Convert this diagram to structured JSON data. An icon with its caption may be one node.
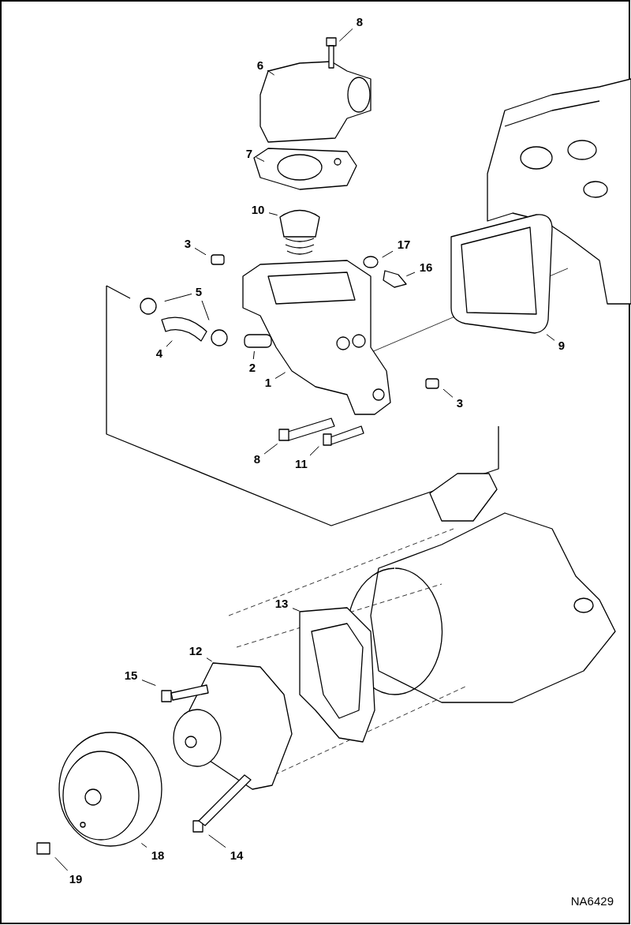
{
  "diagram": {
    "nodes": [
      {
        "text": [
          "8"
        ]
      },
      {
        "text": [
          "6"
        ]
      },
      {
        "text": [
          "7"
        ]
      },
      {
        "text": [
          "10"
        ]
      },
      {
        "text": [
          "3"
        ]
      },
      {
        "text": [
          "17"
        ]
      },
      {
        "text": [
          "16"
        ]
      },
      {
        "text": [
          "5"
        ]
      },
      {
        "text": [
          "4"
        ]
      },
      {
        "text": [
          "2"
        ]
      },
      {
        "text": [
          "1"
        ]
      },
      {
        "text": [
          "9"
        ]
      },
      {
        "text": [
          "3"
        ]
      },
      {
        "text": [
          "8"
        ]
      },
      {
        "text": [
          "11"
        ]
      },
      {
        "text": [
          "13"
        ]
      },
      {
        "text": [
          "12"
        ]
      },
      {
        "text": [
          "15"
        ]
      },
      {
        "text": [
          "14"
        ]
      },
      {
        "text": [
          "18"
        ]
      },
      {
        "text": [
          "19"
        ]
      }
    ],
    "edges": [
      {
        "from": 0,
        "to": null,
        "arrow": "none"
      },
      {
        "from": 1,
        "to": null,
        "arrow": "none"
      },
      {
        "from": 2,
        "to": null,
        "arrow": "none"
      },
      {
        "from": 3,
        "to": null,
        "arrow": "none"
      },
      {
        "from": 4,
        "to": null,
        "arrow": "none"
      },
      {
        "from": 5,
        "to": null,
        "arrow": "none"
      },
      {
        "from": 6,
        "to": null,
        "arrow": "none"
      },
      {
        "from": 7,
        "to": null,
        "arrow": "none"
      },
      {
        "from": 7,
        "to": null,
        "arrow": "none"
      },
      {
        "from": 8,
        "to": null,
        "arrow": "none"
      },
      {
        "from": 9,
        "to": null,
        "arrow": "none"
      },
      {
        "from": 10,
        "to": null,
        "arrow": "none"
      },
      {
        "from": 11,
        "to": null,
        "arrow": "none"
      },
      {
        "from": 12,
        "to": null,
        "arrow": "none"
      },
      {
        "from": 13,
        "to": null,
        "arrow": "none"
      },
      {
        "from": 14,
        "to": null,
        "arrow": "none"
      },
      {
        "from": 15,
        "to": null,
        "arrow": "none"
      },
      {
        "from": 16,
        "to": null,
        "arrow": "none"
      },
      {
        "from": 17,
        "to": null,
        "arrow": "none"
      },
      {
        "from": 18,
        "to": null,
        "arrow": "none"
      },
      {
        "from": 19,
        "to": null,
        "arrow": "none"
      },
      {
        "from": 20,
        "to": null,
        "arrow": "none"
      }
    ],
    "labels": [
      "NA6429"
    ]
  }
}
